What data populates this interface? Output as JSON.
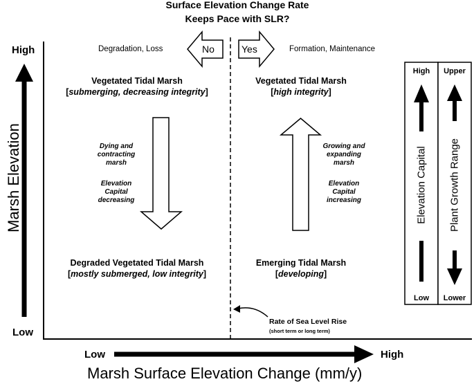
{
  "title_line1": "Surface Elevation Change Rate",
  "title_line2": "Keeps Pace with SLR?",
  "no_label": "No",
  "yes_label": "Yes",
  "left_caption": "Degradation, Loss",
  "right_caption": "Formation, Maintenance",
  "y_axis": {
    "label": "Marsh Elevation",
    "high": "High",
    "low": "Low"
  },
  "x_axis": {
    "label": "Marsh Surface Elevation Change (mm/y)",
    "low": "Low",
    "high": "High"
  },
  "top_left": {
    "title": "Vegetated Tidal Marsh",
    "bracket_open": "[",
    "detail": "submerging, decreasing integrity",
    "bracket_close": "]"
  },
  "top_right": {
    "title": "Vegetated Tidal Marsh",
    "bracket_open": "[",
    "detail": "high integrity",
    "bracket_close": "]"
  },
  "bottom_left": {
    "title": "Degraded Vegetated Tidal Marsh",
    "bracket_open": "[",
    "detail": "mostly submerged, low integrity",
    "bracket_close": "]"
  },
  "bottom_right": {
    "title": "Emerging Tidal Marsh",
    "bracket_open": "[",
    "detail": "developing",
    "bracket_close": "]"
  },
  "left_notes": [
    "Dying and",
    "contracting",
    "marsh",
    "",
    "Elevation",
    "Capital",
    "decreasing"
  ],
  "right_notes": [
    "Growing and",
    "expanding",
    "marsh",
    "",
    "Elevation",
    "Capital",
    "increasing"
  ],
  "slr": {
    "title": "Rate of Sea Level Rise",
    "sub": "(short term or long term)"
  },
  "legend": {
    "elevation_capital": {
      "label": "Elevation Capital",
      "high": "High",
      "low": "Low"
    },
    "plant_growth": {
      "label": "Plant Growth Range",
      "upper": "Upper",
      "lower": "Lower"
    }
  }
}
